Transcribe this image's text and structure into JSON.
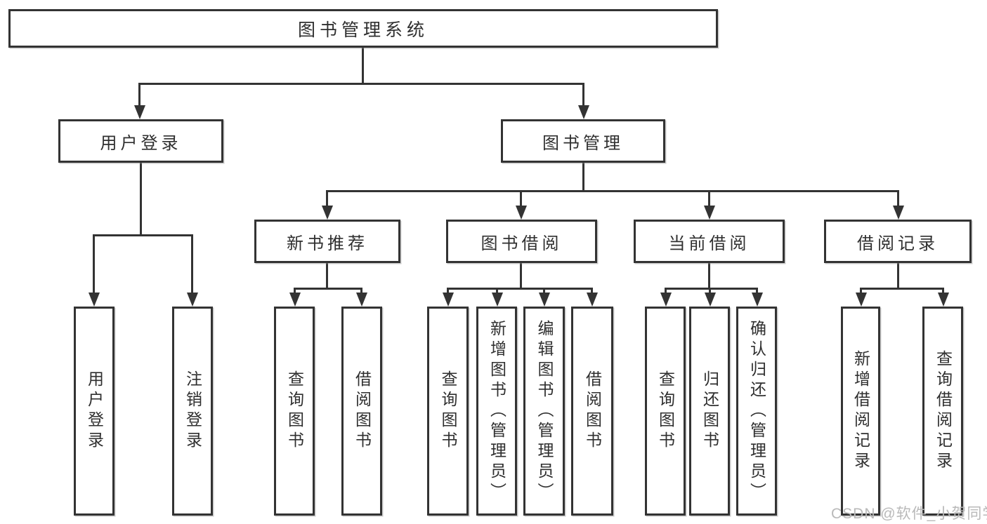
{
  "diagram_type": "hierarchy-flowchart",
  "tree": {
    "label": "图书管理系统",
    "children": [
      {
        "label": "用户登录",
        "children": [
          {
            "label": "用户登录"
          },
          {
            "label": "注销登录"
          }
        ]
      },
      {
        "label": "图书管理",
        "children": [
          {
            "label": "新书推荐",
            "children": [
              {
                "label": "查询图书"
              },
              {
                "label": "借阅图书"
              }
            ]
          },
          {
            "label": "图书借阅",
            "children": [
              {
                "label": "查询图书"
              },
              {
                "label": "新增图书（管理员）"
              },
              {
                "label": "编辑图书（管理员）"
              },
              {
                "label": "借阅图书"
              }
            ]
          },
          {
            "label": "当前借阅",
            "children": [
              {
                "label": "查询图书"
              },
              {
                "label": "归还图书"
              },
              {
                "label": "确认归还（管理员）"
              }
            ]
          },
          {
            "label": "借阅记录",
            "children": [
              {
                "label": "新增借阅记录"
              },
              {
                "label": "查询借阅记录"
              }
            ]
          }
        ]
      }
    ]
  },
  "watermark": {
    "text": "CSDN @软件_小贺同学"
  },
  "colors": {
    "line": "#333333",
    "box_border": "#333333",
    "text": "#2f2f2f",
    "watermark": "#b9b9b9",
    "background": "#ffffff"
  }
}
